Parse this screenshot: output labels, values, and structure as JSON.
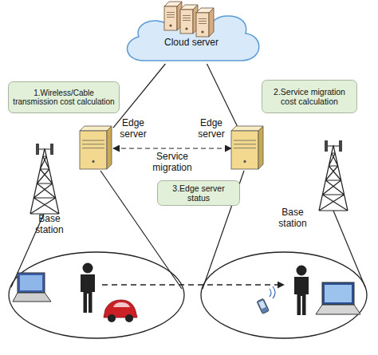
{
  "diagram": {
    "nodes": [
      {
        "text": [
          "Cloud server"
        ]
      },
      {
        "text": [
          "1.Wireless/Cable transmission cost calculation"
        ]
      },
      {
        "text": [
          "Edge server"
        ]
      },
      {
        "text": [
          "Edge server"
        ]
      },
      {
        "text": [
          "2.Service migration cost calculation"
        ]
      },
      {
        "text": [
          "3.Edge server status"
        ]
      },
      {
        "text": [
          "Base station"
        ]
      },
      {
        "text": [
          "Base station"
        ]
      }
    ],
    "edges": [
      {
        "from": 0,
        "to": 2,
        "arrow": "none"
      },
      {
        "from": 0,
        "to": 3,
        "arrow": "none"
      },
      {
        "from": 2,
        "to": 3,
        "label": "Service migration",
        "arrow": "both"
      }
    ]
  }
}
